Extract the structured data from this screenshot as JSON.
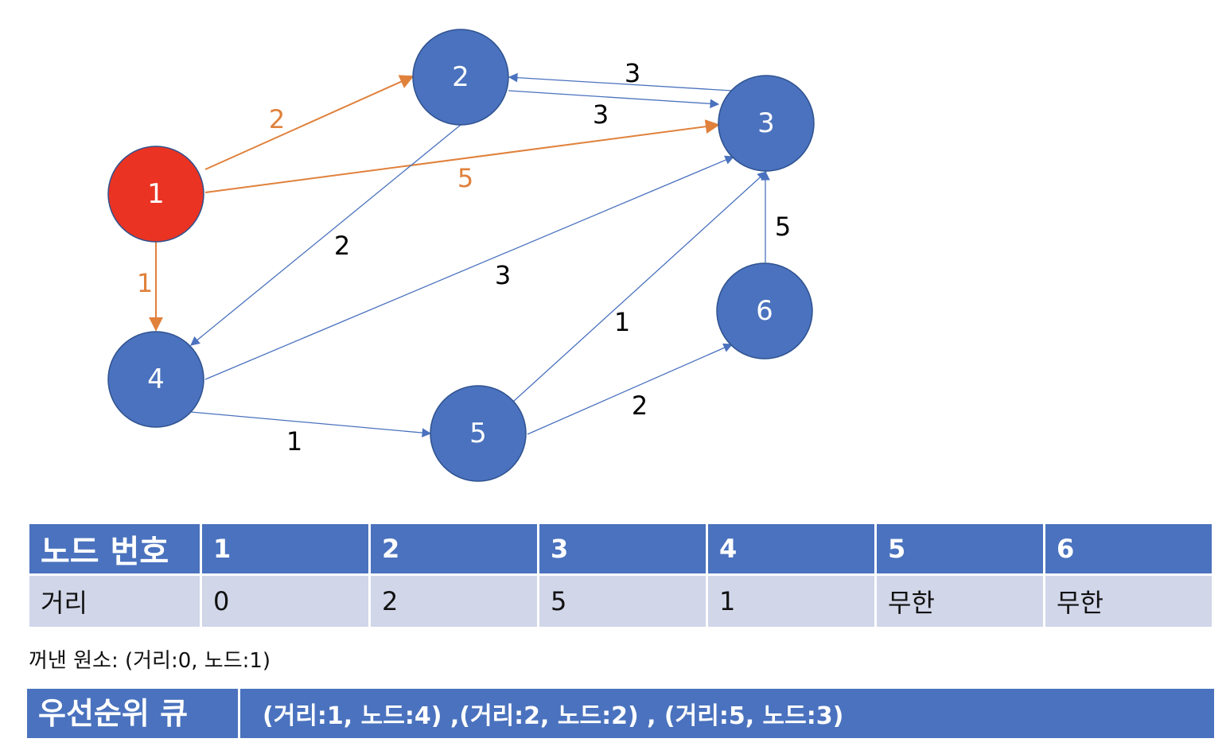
{
  "graph": {
    "colors": {
      "node": "#4a72be",
      "start_node": "#ea3323",
      "edge": "#4a72be",
      "active_edge": "#e0813c",
      "edge_label": "#000000",
      "active_label": "#e0813c"
    },
    "nodes": [
      {
        "id": "1",
        "label": "1",
        "start": true
      },
      {
        "id": "2",
        "label": "2"
      },
      {
        "id": "3",
        "label": "3"
      },
      {
        "id": "4",
        "label": "4"
      },
      {
        "id": "5",
        "label": "5"
      },
      {
        "id": "6",
        "label": "6"
      }
    ],
    "edges": [
      {
        "from": "1",
        "to": "2",
        "weight": "2",
        "active": true
      },
      {
        "from": "1",
        "to": "3",
        "weight": "5",
        "active": true
      },
      {
        "from": "1",
        "to": "4",
        "weight": "1",
        "active": true
      },
      {
        "from": "2",
        "to": "3",
        "weight": "3"
      },
      {
        "from": "3",
        "to": "2",
        "weight": "3"
      },
      {
        "from": "2",
        "to": "4",
        "weight": "2"
      },
      {
        "from": "4",
        "to": "3",
        "weight": "3"
      },
      {
        "from": "4",
        "to": "5",
        "weight": "1"
      },
      {
        "from": "5",
        "to": "3",
        "weight": "1"
      },
      {
        "from": "5",
        "to": "6",
        "weight": "2"
      },
      {
        "from": "6",
        "to": "3",
        "weight": "5"
      }
    ]
  },
  "table": {
    "header_label": "노드 번호",
    "row_label": "거리",
    "columns": [
      {
        "node": "1",
        "distance": "0"
      },
      {
        "node": "2",
        "distance": "2"
      },
      {
        "node": "3",
        "distance": "5"
      },
      {
        "node": "4",
        "distance": "1"
      },
      {
        "node": "5",
        "distance": "무한"
      },
      {
        "node": "6",
        "distance": "무한"
      }
    ]
  },
  "popped": "꺼낸 원소: (거리:0, 노드:1)",
  "queue": {
    "title": "우선순위 큐",
    "content": "(거리:1, 노드:4) ,(거리:2, 노드:2) , (거리:5, 노드:3)"
  }
}
